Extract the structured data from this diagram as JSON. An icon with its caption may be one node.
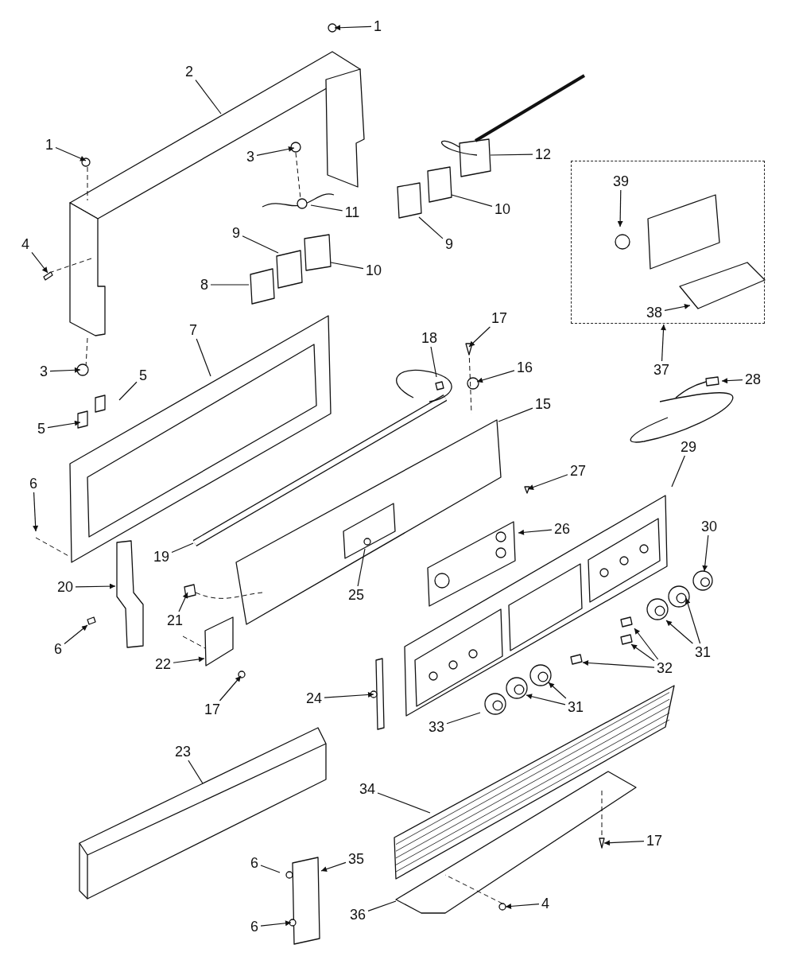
{
  "diagram": {
    "nodes": [
      {
        "text": [
          "1"
        ]
      },
      {
        "text": [
          "2"
        ]
      },
      {
        "text": [
          "1"
        ]
      },
      {
        "text": [
          "12"
        ]
      },
      {
        "text": [
          "3"
        ]
      },
      {
        "text": [],
        "shape": "box"
      },
      {
        "text": [
          "39"
        ],
        "in": 5
      },
      {
        "text": [
          "11"
        ]
      },
      {
        "text": [
          "10"
        ]
      },
      {
        "text": [
          "9"
        ]
      },
      {
        "text": [
          "4"
        ]
      },
      {
        "text": [
          "9"
        ]
      },
      {
        "text": [
          "10"
        ]
      },
      {
        "text": [
          "8"
        ]
      },
      {
        "text": [
          "38"
        ],
        "in": 5
      },
      {
        "text": [
          "17"
        ]
      },
      {
        "text": [
          "7"
        ]
      },
      {
        "text": [
          "18"
        ]
      },
      {
        "text": [
          "16"
        ]
      },
      {
        "text": [
          "37"
        ]
      },
      {
        "text": [
          "3"
        ]
      },
      {
        "text": [
          "5"
        ]
      },
      {
        "text": [
          "28"
        ]
      },
      {
        "text": [
          "15"
        ]
      },
      {
        "text": [
          "5"
        ]
      },
      {
        "text": [
          "29"
        ]
      },
      {
        "text": [
          "27"
        ]
      },
      {
        "text": [
          "6"
        ]
      },
      {
        "text": [
          "26"
        ]
      },
      {
        "text": [
          "30"
        ]
      },
      {
        "text": [
          "19"
        ]
      },
      {
        "text": [
          "20"
        ]
      },
      {
        "text": [
          "25"
        ]
      },
      {
        "text": [
          "21"
        ]
      },
      {
        "text": [
          "6"
        ]
      },
      {
        "text": [
          "31"
        ]
      },
      {
        "text": [
          "22"
        ]
      },
      {
        "text": [
          "32"
        ]
      },
      {
        "text": [
          "24"
        ]
      },
      {
        "text": [
          "31"
        ]
      },
      {
        "text": [
          "17"
        ]
      },
      {
        "text": [
          "33"
        ]
      },
      {
        "text": [
          "23"
        ]
      },
      {
        "text": [
          "34"
        ]
      },
      {
        "text": [
          "17"
        ]
      },
      {
        "text": [
          "35"
        ]
      },
      {
        "text": [
          "6"
        ]
      },
      {
        "text": [
          "36"
        ]
      },
      {
        "text": [
          "4"
        ]
      },
      {
        "text": [
          "6"
        ]
      }
    ],
    "edges": [
      {
        "from": 0,
        "to": null,
        "arrow": "to"
      },
      {
        "from": 1,
        "to": null,
        "arrow": "none"
      },
      {
        "from": 2,
        "to": null,
        "arrow": "to"
      },
      {
        "from": 3,
        "to": null,
        "arrow": "none"
      },
      {
        "from": 4,
        "to": null,
        "arrow": "to"
      },
      {
        "from": 6,
        "to": null,
        "arrow": "to"
      },
      {
        "from": 7,
        "to": null,
        "arrow": "none"
      },
      {
        "from": 8,
        "to": null,
        "arrow": "none"
      },
      {
        "from": 9,
        "to": null,
        "arrow": "none"
      },
      {
        "from": 10,
        "to": null,
        "arrow": "to"
      },
      {
        "from": 11,
        "to": null,
        "arrow": "none"
      },
      {
        "from": 12,
        "to": null,
        "arrow": "none"
      },
      {
        "from": 13,
        "to": null,
        "arrow": "none"
      },
      {
        "from": 14,
        "to": null,
        "arrow": "to"
      },
      {
        "from": 15,
        "to": null,
        "arrow": "to"
      },
      {
        "from": 16,
        "to": null,
        "arrow": "none"
      },
      {
        "from": 17,
        "to": null,
        "arrow": "none"
      },
      {
        "from": 18,
        "to": null,
        "arrow": "to"
      },
      {
        "from": 19,
        "to": 5,
        "arrow": "to"
      },
      {
        "from": 20,
        "to": null,
        "arrow": "to"
      },
      {
        "from": 21,
        "to": null,
        "arrow": "none"
      },
      {
        "from": 22,
        "to": null,
        "arrow": "to"
      },
      {
        "from": 23,
        "to": null,
        "arrow": "none"
      },
      {
        "from": 24,
        "to": null,
        "arrow": "to"
      },
      {
        "from": 25,
        "to": null,
        "arrow": "none"
      },
      {
        "from": 26,
        "to": null,
        "arrow": "to"
      },
      {
        "from": 27,
        "to": null,
        "arrow": "to"
      },
      {
        "from": 28,
        "to": null,
        "arrow": "to"
      },
      {
        "from": 29,
        "to": null,
        "arrow": "to"
      },
      {
        "from": 30,
        "to": null,
        "arrow": "none"
      },
      {
        "from": 31,
        "to": null,
        "arrow": "to"
      },
      {
        "from": 32,
        "to": null,
        "arrow": "none"
      },
      {
        "from": 33,
        "to": null,
        "arrow": "to"
      },
      {
        "from": 34,
        "to": null,
        "arrow": "to"
      },
      {
        "from": 35,
        "to": null,
        "arrow": "to"
      },
      {
        "from": 35,
        "to": null,
        "arrow": "to"
      },
      {
        "from": 36,
        "to": null,
        "arrow": "to"
      },
      {
        "from": 37,
        "to": null,
        "arrow": "to"
      },
      {
        "from": 37,
        "to": null,
        "arrow": "to"
      },
      {
        "from": 37,
        "to": null,
        "arrow": "to"
      },
      {
        "from": 38,
        "to": null,
        "arrow": "to"
      },
      {
        "from": 39,
        "to": null,
        "arrow": "to"
      },
      {
        "from": 39,
        "to": null,
        "arrow": "to"
      },
      {
        "from": 40,
        "to": null,
        "arrow": "to"
      },
      {
        "from": 41,
        "to": null,
        "arrow": "none"
      },
      {
        "from": 42,
        "to": null,
        "arrow": "none"
      },
      {
        "from": 43,
        "to": null,
        "arrow": "none"
      },
      {
        "from": 44,
        "to": null,
        "arrow": "to"
      },
      {
        "from": 45,
        "to": null,
        "arrow": "to"
      },
      {
        "from": 46,
        "to": null,
        "arrow": "none"
      },
      {
        "from": 47,
        "to": null,
        "arrow": "none"
      },
      {
        "from": 48,
        "to": null,
        "arrow": "to"
      },
      {
        "from": 49,
        "to": null,
        "arrow": "to"
      }
    ]
  }
}
